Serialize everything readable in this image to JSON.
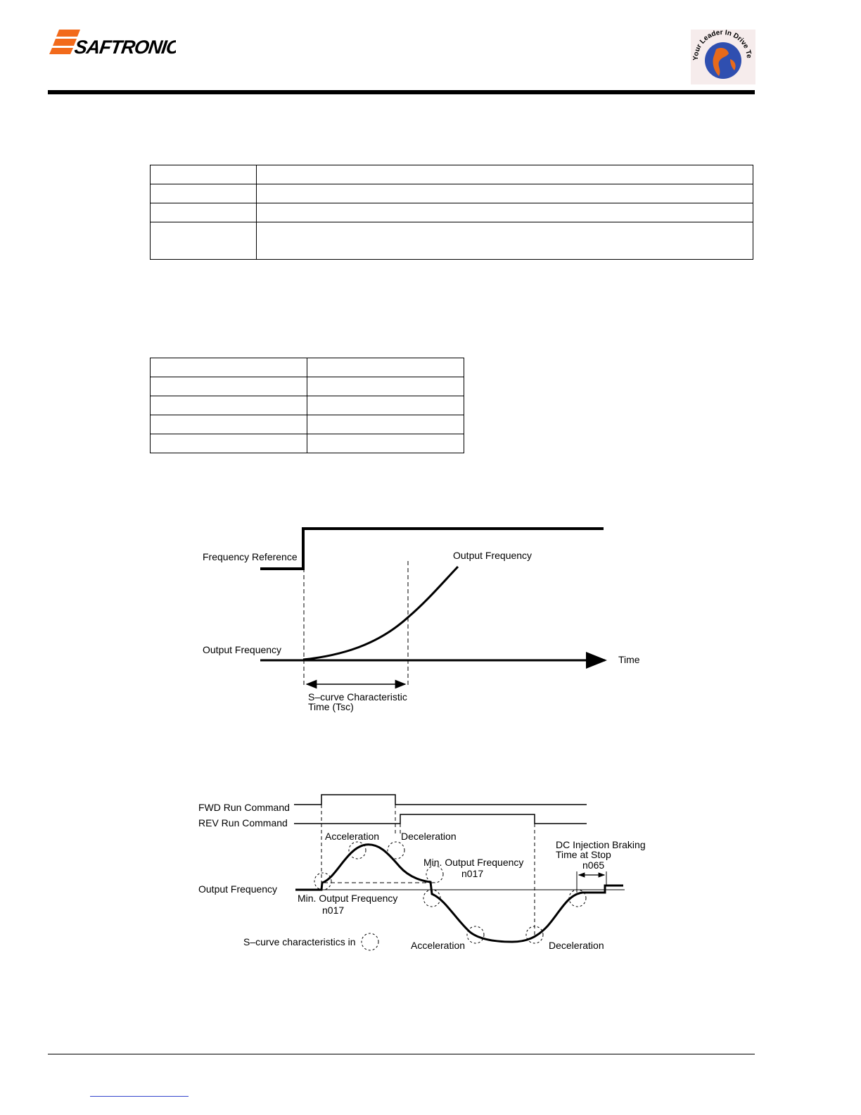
{
  "header": {
    "brand_wordmark": "SAFTRONICS",
    "badge_text": "Your Leader In Drive Technology",
    "colors": {
      "brand_orange": "#f26a1b",
      "globe_blue": "#2f4fb0",
      "badge_red": "#c8362d"
    }
  },
  "table_1": {
    "rows": [
      {
        "c1": "",
        "c2": ""
      },
      {
        "c1": "",
        "c2": ""
      },
      {
        "c1": "",
        "c2": ""
      },
      {
        "c1": "",
        "c2": ""
      }
    ]
  },
  "table_2": {
    "rows": [
      {
        "c1": "",
        "c2": ""
      },
      {
        "c1": "",
        "c2": ""
      },
      {
        "c1": "",
        "c2": ""
      },
      {
        "c1": "",
        "c2": ""
      },
      {
        "c1": "",
        "c2": ""
      }
    ]
  },
  "diagram_1": {
    "frequency_reference_label": "Frequency Reference",
    "output_frequency_curve_label": "Output Frequency",
    "output_frequency_axis_label": "Output Frequency",
    "time_label": "Time",
    "tsc_label_line1": "S–curve Characteristic",
    "tsc_label_line2": "Time (Tsc)"
  },
  "diagram_2": {
    "fwd_run_label": "FWD Run Command",
    "rev_run_label": "REV Run Command",
    "acceleration_top": "Acceleration",
    "deceleration_top": "Deceleration",
    "dc_braking_line1": "DC Injection Braking",
    "dc_braking_line2": "Time at Stop",
    "dc_braking_param": "n065",
    "min_freq_right_line1": "Min. Output Frequency",
    "min_freq_right_param": "n017",
    "output_frequency_label": "Output Frequency",
    "min_freq_left_line1": "Min. Output Frequency",
    "min_freq_left_param": "n017",
    "scurve_note": "S–curve characteristics in",
    "acceleration_bottom": "Acceleration",
    "deceleration_bottom": "Deceleration"
  }
}
